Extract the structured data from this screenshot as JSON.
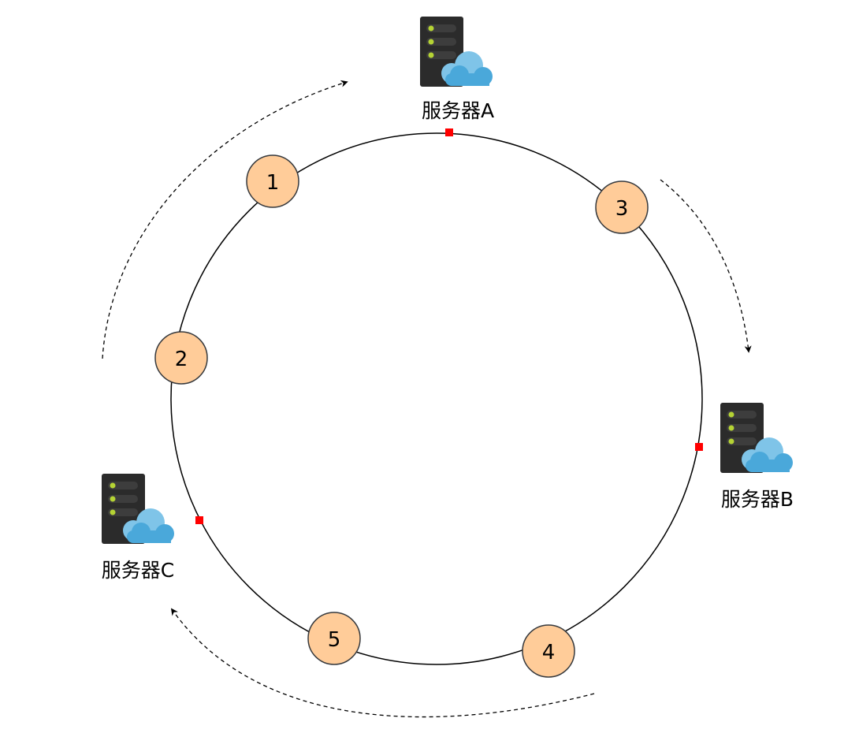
{
  "servers": [
    {
      "id": "A",
      "label": "服务器A"
    },
    {
      "id": "B",
      "label": "服务器B"
    },
    {
      "id": "C",
      "label": "服务器C"
    }
  ],
  "nodes": [
    {
      "label": "1"
    },
    {
      "label": "2"
    },
    {
      "label": "3"
    },
    {
      "label": "4"
    },
    {
      "label": "5"
    }
  ],
  "colors": {
    "ring": "#000000",
    "node_fill": "#ffcc99",
    "node_stroke": "#36393d",
    "server_marker": "#ff0000",
    "server_body": "#2b2b2b",
    "server_slot": "#3d3d3d",
    "server_led": "#b5d334",
    "cloud_light": "#7fc4e8",
    "cloud_dark": "#4aa8da",
    "arrow": "#000000"
  },
  "icons": {
    "server": "cloud-server-icon"
  }
}
